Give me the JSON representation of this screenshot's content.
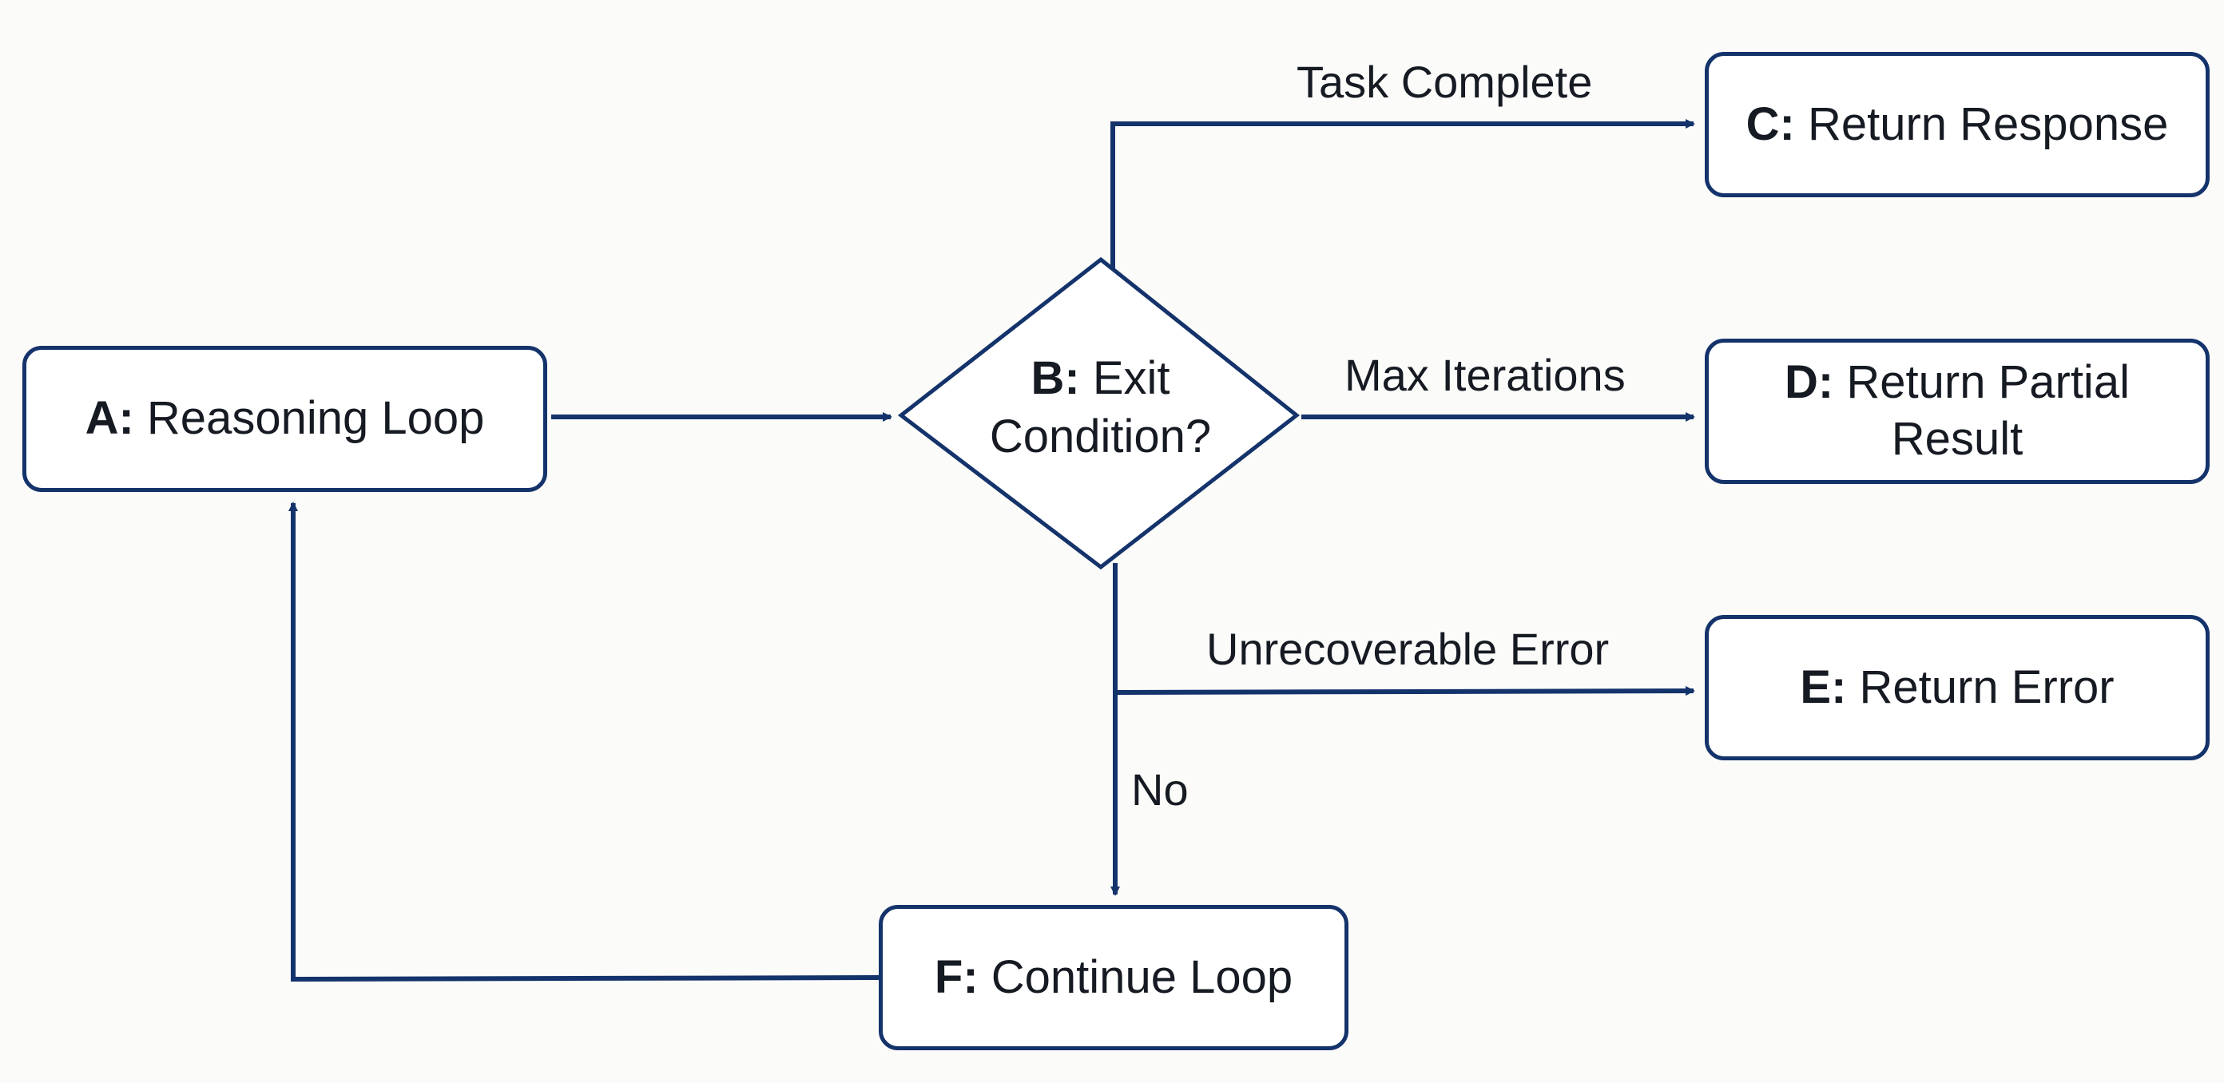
{
  "nodes": {
    "a": {
      "id": "A:",
      "text": "Reasoning Loop"
    },
    "b": {
      "id": "B:",
      "line1": "Exit",
      "line2": "Condition?"
    },
    "c": {
      "id": "C:",
      "text": "Return Response"
    },
    "d": {
      "id": "D:",
      "line1": "Return Partial",
      "line2": "Result"
    },
    "e": {
      "id": "E:",
      "text": "Return Error"
    },
    "f": {
      "id": "F:",
      "text": "Continue Loop"
    }
  },
  "edges": {
    "b_to_c": "Task Complete",
    "b_to_d": "Max Iterations",
    "b_to_e": "Unrecoverable Error",
    "b_to_f": "No"
  },
  "colors": {
    "line": "#14336b",
    "text": "#161a22",
    "background": "#fbfbf9"
  }
}
